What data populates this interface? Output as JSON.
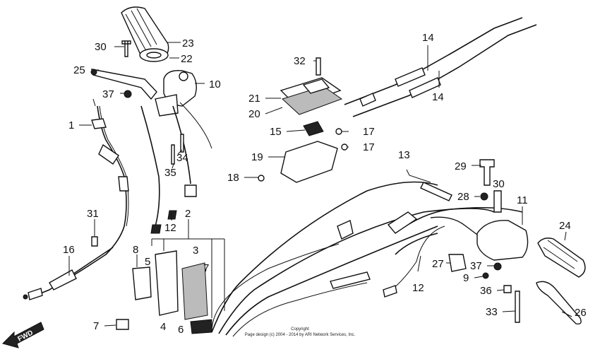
{
  "callouts": [
    {
      "id": "c23",
      "label": "23"
    },
    {
      "id": "c30a",
      "label": "30"
    },
    {
      "id": "c22",
      "label": "22"
    },
    {
      "id": "c25",
      "label": "25"
    },
    {
      "id": "c10",
      "label": "10"
    },
    {
      "id": "c37a",
      "label": "37"
    },
    {
      "id": "c1",
      "label": "1"
    },
    {
      "id": "c34",
      "label": "34"
    },
    {
      "id": "c35",
      "label": "35"
    },
    {
      "id": "c31",
      "label": "31"
    },
    {
      "id": "c12a",
      "label": "12"
    },
    {
      "id": "c2",
      "label": "2"
    },
    {
      "id": "c16",
      "label": "16"
    },
    {
      "id": "c8",
      "label": "8"
    },
    {
      "id": "c5",
      "label": "5"
    },
    {
      "id": "c3",
      "label": "3"
    },
    {
      "id": "c7a",
      "label": "7"
    },
    {
      "id": "c7b",
      "label": "7"
    },
    {
      "id": "c4",
      "label": "4"
    },
    {
      "id": "c6",
      "label": "6"
    },
    {
      "id": "c32",
      "label": "32"
    },
    {
      "id": "c21",
      "label": "21"
    },
    {
      "id": "c20",
      "label": "20"
    },
    {
      "id": "c15",
      "label": "15"
    },
    {
      "id": "c17a",
      "label": "17"
    },
    {
      "id": "c17b",
      "label": "17"
    },
    {
      "id": "c19",
      "label": "19"
    },
    {
      "id": "c18",
      "label": "18"
    },
    {
      "id": "c14a",
      "label": "14"
    },
    {
      "id": "c14b",
      "label": "14"
    },
    {
      "id": "c13",
      "label": "13"
    },
    {
      "id": "c29",
      "label": "29"
    },
    {
      "id": "c30b",
      "label": "30"
    },
    {
      "id": "c28",
      "label": "28"
    },
    {
      "id": "c11",
      "label": "11"
    },
    {
      "id": "c24",
      "label": "24"
    },
    {
      "id": "c27",
      "label": "27"
    },
    {
      "id": "c37b",
      "label": "37"
    },
    {
      "id": "c9",
      "label": "9"
    },
    {
      "id": "c12b",
      "label": "12"
    },
    {
      "id": "c36",
      "label": "36"
    },
    {
      "id": "c33",
      "label": "33"
    },
    {
      "id": "c26",
      "label": "26"
    }
  ],
  "fwd_label": "FWD",
  "copyright_line1": "Copyright",
  "copyright_line2": "Page design (c) 2004 - 2014 by ARI Network Services, Inc."
}
